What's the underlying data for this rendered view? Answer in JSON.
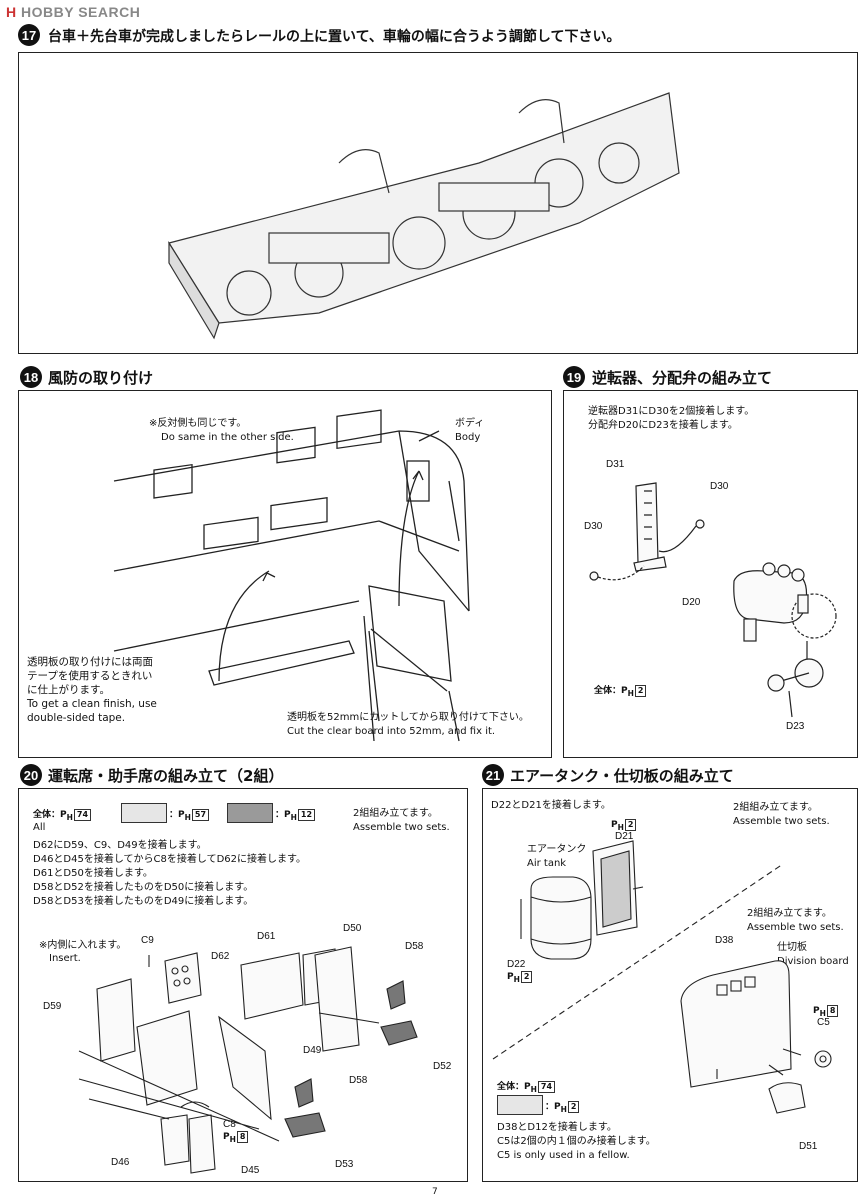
{
  "header": {
    "logo_mark": "H",
    "logo_text": "HOBBY SEARCH"
  },
  "step17": {
    "num": "17",
    "title": "台車＋先台車が完成しましたらレールの上に置いて、車輪の幅に合うよう調節して下さい。"
  },
  "step18": {
    "num": "18",
    "title": "風防の取り付け",
    "note_jp": "※反対側も同じです。",
    "note_en": "Do same in the other side.",
    "body_jp": "ボディ",
    "body_en": "Body",
    "tip_jp": "透明板の取り付けには両面\nテープを使用するときれい\nに仕上がります。",
    "tip_en": "To get a clean finish, use\ndouble-sided tape.",
    "cut_jp": "透明板を52mmにカットしてから取り付けて下さい。",
    "cut_en": "Cut the clear board into 52mm, and fix it."
  },
  "step19": {
    "num": "19",
    "title": "逆転器、分配弁の組み立て",
    "desc": "逆転器D31にD30を2個接着します。\n分配弁D20にD23を接着します。",
    "parts": {
      "d31": "D31",
      "d30a": "D30",
      "d30b": "D30",
      "d20": "D20",
      "d23": "D23"
    },
    "paint_label": "全体：",
    "paint_code": "2"
  },
  "step20": {
    "num": "20",
    "title": "運転席・助手席の組み立て（2組）",
    "paint_all_label": "全体：",
    "paint_all_code": "74",
    "paint_all_en": "All",
    "paint2_code": "57",
    "paint3_code": "12",
    "sets_jp": "2組組み立てます。",
    "sets_en": "Assemble two sets.",
    "desc": "D62にD59、C9、D49を接着します。\nD46とD45を接着してからC8を接着してD62に接着します。\nD61とD50を接着します。\nD58とD52を接着したものをD50に接着します。\nD58とD53を接着したものをD49に接着します。",
    "insert_jp": "※内側に入れます。",
    "insert_en": "Insert.",
    "parts": {
      "c9": "C9",
      "d62": "D62",
      "d61": "D61",
      "d50": "D50",
      "d58a": "D58",
      "d59": "D59",
      "d52": "D52",
      "d49": "D49",
      "d58b": "D58",
      "c8": "C8",
      "c8code": "8",
      "d46": "D46",
      "d45": "D45",
      "d53": "D53"
    }
  },
  "step21": {
    "num": "21",
    "title": "エアータンク・仕切板の組み立て",
    "desc1": "D22とD21を接着します。",
    "sets1_jp": "2組組み立てます。",
    "sets1_en": "Assemble two sets.",
    "d21_code": "2",
    "d21": "D21",
    "airtank_jp": "エアータンク",
    "airtank_en": "Air tank",
    "d22": "D22",
    "d22_code": "2",
    "sets2_jp": "2組組み立てます。",
    "sets2_en": "Assemble two sets.",
    "d38": "D38",
    "div_jp": "仕切板",
    "div_en": "Division board",
    "c5_code": "8",
    "c5": "C5",
    "d51": "D51",
    "paint_label": "全体：",
    "paint_code": "74",
    "swatch_code": "2",
    "desc2": "D38とD12を接着します。\nC5は2個の内１個のみ接着します。\nC5 is only used in a fellow."
  },
  "footer": {
    "page": "7"
  }
}
